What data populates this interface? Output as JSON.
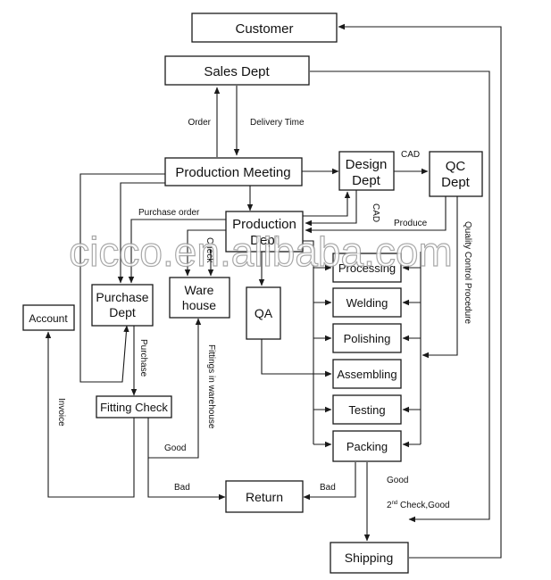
{
  "boxes": {
    "customer": "Customer",
    "sales_dept": "Sales Dept",
    "production_meeting": "Production Meeting",
    "design_dept_line1": "Design",
    "design_dept_line2": "Dept",
    "qc_dept_line1": "QC",
    "qc_dept_line2": "Dept",
    "production_dept_line1": "Production",
    "production_dept_line2": "Dept",
    "purchase_dept_line1": "Purchase",
    "purchase_dept_line2": "Dept",
    "warehouse_line1": "Ware",
    "warehouse_line2": "house",
    "account": "Account",
    "qa": "QA",
    "processing": "Processing",
    "welding": "Welding",
    "polishing": "Polishing",
    "assembling": "Assembling",
    "testing": "Testing",
    "packing": "Packing",
    "fitting_check": "Fitting Check",
    "return": "Return",
    "shipping": "Shipping"
  },
  "edge_labels": {
    "order": "Order",
    "delivery_time": "Delivery Time",
    "cad_horizontal": "CAD",
    "cad_vertical": "CAD",
    "purchase_order": "Purchase order",
    "check": "Check",
    "produce": "Produce",
    "quality_control_procedure": "Quality Control Procedure",
    "purchase": "Purchase",
    "fittings_in_warehouse": "Fittings in warehouse",
    "invoice": "Invoice",
    "good_fitting": "Good",
    "bad_fitting": "Bad",
    "bad_packing": "Bad",
    "good_packing": "Good",
    "second_check_prefix": "2",
    "second_check_sup": "nd",
    "second_check_rest": " Check,Good"
  },
  "watermark": "cicco.en.alibaba.com"
}
